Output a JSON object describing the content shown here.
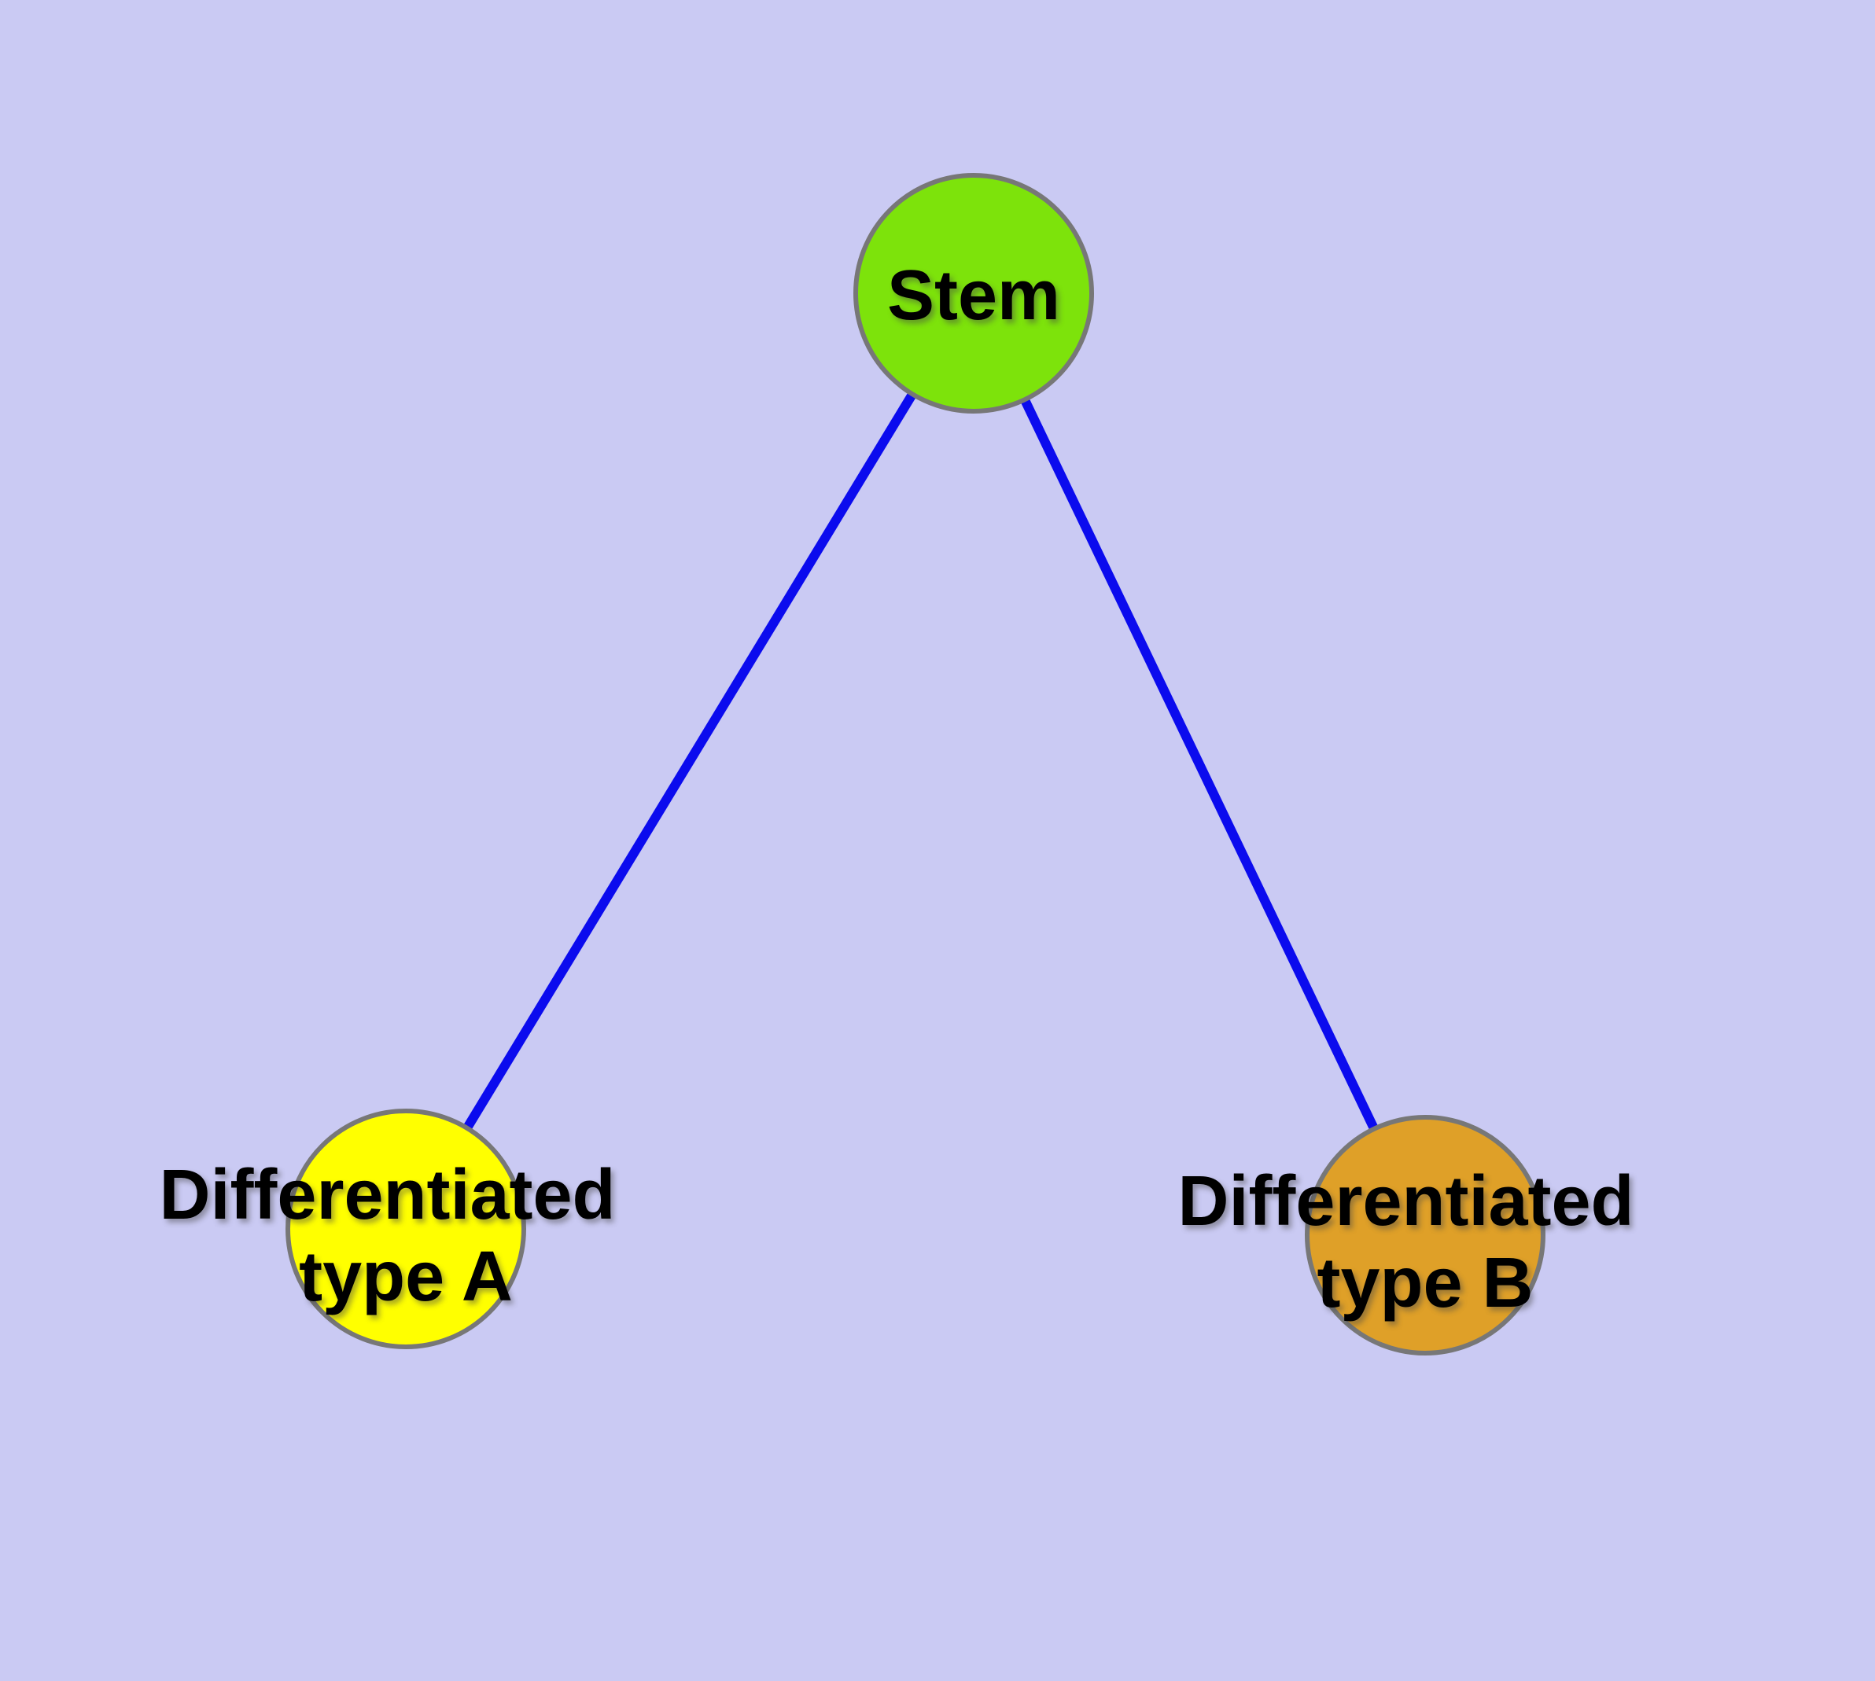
{
  "diagram": {
    "background_color": "#cacaf3",
    "edge_color": "#0b0bee",
    "node_border_color": "#777777",
    "label_color": "#000000",
    "nodes": [
      {
        "id": "stem",
        "label": "Stem",
        "color": "#7de30b"
      },
      {
        "id": "differentiated-type-a",
        "label_line1": "Differentiated",
        "label_line2": "type A",
        "color": "#ffff00"
      },
      {
        "id": "differentiated-type-b",
        "label_line1": "Differentiated",
        "label_line2": "type B",
        "color": "#dfa028"
      }
    ],
    "edges": [
      {
        "from": "Stem",
        "to": "Differentiated type A"
      },
      {
        "from": "Stem",
        "to": "Differentiated type B"
      }
    ]
  }
}
